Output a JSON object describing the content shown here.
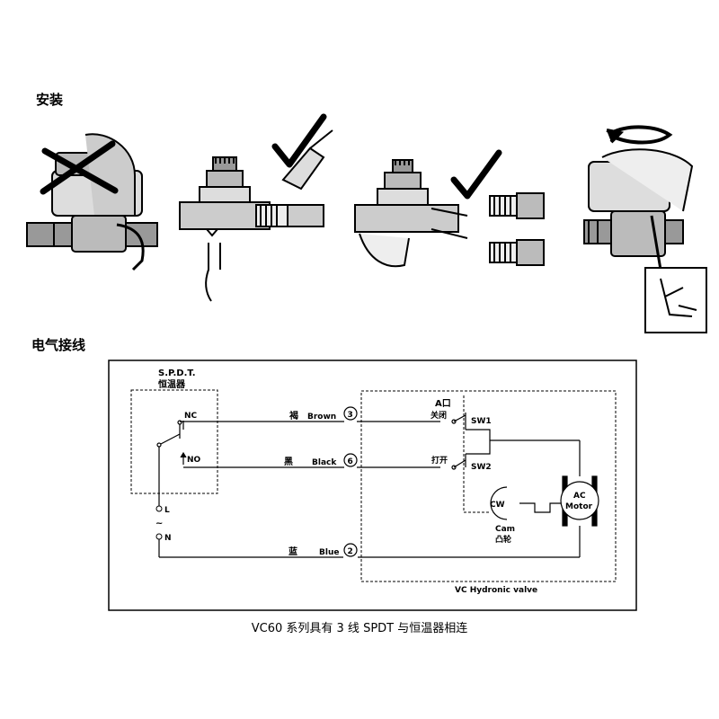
{
  "headings": {
    "installation": "安装",
    "wiring": "电气接线"
  },
  "thermostat": {
    "title_line1": "S.P.D.T.",
    "title_line2": "恒温器",
    "nc": "NC",
    "no": "NO"
  },
  "supply": {
    "l": "L",
    "ac_symbol": "~",
    "n": "N"
  },
  "wires": [
    {
      "cn": "褐",
      "en": "Brown",
      "terminal": "3"
    },
    {
      "cn": "黑",
      "en": "Black",
      "terminal": "6"
    },
    {
      "cn": "蓝",
      "en": "Blue",
      "terminal": "2"
    }
  ],
  "valve": {
    "port_line1": "A口",
    "port_line2": "关闭",
    "open": "打开",
    "sw1": "SW1",
    "sw2": "SW2",
    "cw": "CW",
    "cam_en": "Cam",
    "cam_cn": "凸轮",
    "motor_line1": "AC",
    "motor_line2": "Motor",
    "name": "VC Hydronic valve"
  },
  "caption": "VC60 系列具有 3 线 SPDT 与恒温器相连"
}
